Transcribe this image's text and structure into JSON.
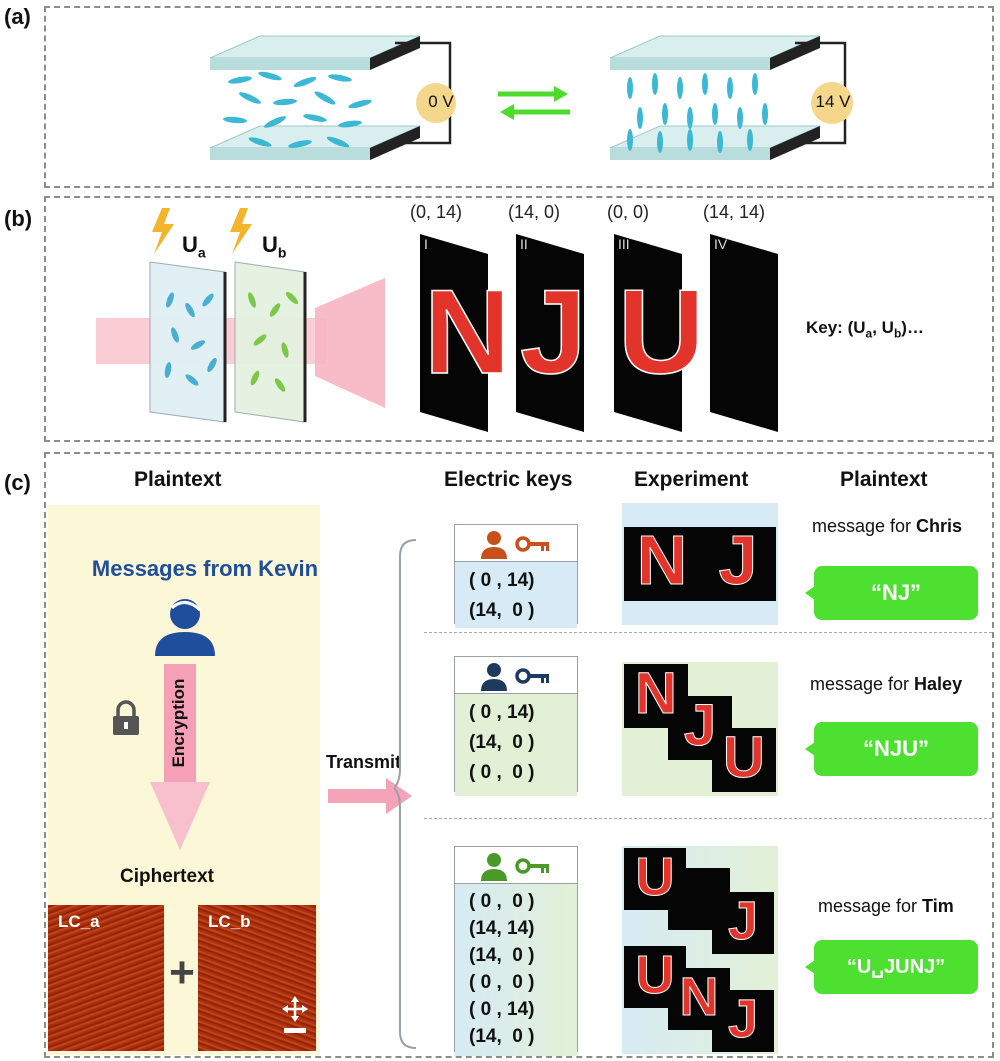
{
  "panels": {
    "a_label": "(a)",
    "b_label": "(b)",
    "c_label": "(c)"
  },
  "panel_a": {
    "voltage_off": "0 V",
    "voltage_on": "14 V"
  },
  "panel_b": {
    "ua": "U",
    "ua_sub": "a",
    "ub": "U",
    "ub_sub": "b",
    "frames": [
      {
        "coord": "(0, 14)",
        "roman": "I",
        "letter": "N"
      },
      {
        "coord": "(14, 0)",
        "roman": "II",
        "letter": "J"
      },
      {
        "coord": "(0, 0)",
        "roman": "III",
        "letter": "U"
      },
      {
        "coord": "(14, 14)",
        "roman": "IV",
        "letter": ""
      }
    ],
    "key_prefix": "Key: (U",
    "key_sub_a": "a",
    "key_mid": ", U",
    "key_sub_b": "b",
    "key_suffix": ")…"
  },
  "panel_c": {
    "plaintext_left": "Plaintext",
    "sender": "Messages from Kevin",
    "encryption": "Encryption",
    "ciphertext": "Ciphertext",
    "lc_a": "LC_a",
    "lc_b": "LC_b",
    "plus": "+",
    "transmit": "Transmit",
    "electric_keys": "Electric keys",
    "experiment": "Experiment",
    "plaintext_right": "Plaintext",
    "message_prefix": "message for ",
    "recipients": [
      {
        "name": "Chris",
        "color": "#c8501a",
        "keys": "( 0 , 14)\n(14,  0 )",
        "message": "“NJ”",
        "exp_letters": [
          "N",
          "J"
        ]
      },
      {
        "name": "Haley",
        "color": "#1f3a5f",
        "keys": "( 0 , 14)\n(14,  0 )\n( 0 ,  0 )",
        "message": "“NJU”",
        "exp_letters": [
          "N",
          "J",
          "U"
        ]
      },
      {
        "name": "Tim",
        "color": "#4a9a2a",
        "keys": "( 0 ,  0 )\n(14, 14)\n(14,  0 )\n( 0 ,  0 )\n( 0 , 14)\n(14,  0 )",
        "message": "“U␣JUNJ”",
        "exp_letters": [
          "U",
          "J",
          "U",
          "N",
          "J"
        ]
      }
    ]
  },
  "colors": {
    "sender_blue": "#1f4e9c",
    "bubble_green": "#4de030",
    "plaintext_bg": "#fbf7d7",
    "arrow_pink": "#f4a3b8",
    "key_blue_bg": "#d6ebf5",
    "key_green_bg": "#e2f0d6"
  }
}
